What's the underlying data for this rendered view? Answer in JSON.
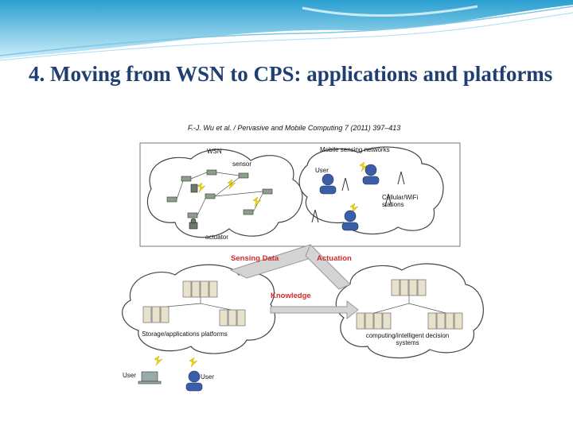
{
  "slide": {
    "title": "4. Moving from WSN to CPS: applications and platforms",
    "citation": "F.-J. Wu et al. / Pervasive and Mobile Computing 7 (2011) 397–413"
  },
  "figure": {
    "wsn_label": "WSN",
    "sensor_label": "sensor",
    "actuator_label": "actuator",
    "mobile_label": "Mobile sensing networks",
    "user_label_top": "User",
    "stations_label": "Cellular/WiFi stations",
    "sensing_data_label": "Sensing Data",
    "actuation_label": "Actuation",
    "knowledge_label": "Knowledge",
    "storage_label": "Storage/applications platforms",
    "computing_label": "computing/intelligent decision systems",
    "user_label_laptop": "User",
    "user_label_bottom": "User"
  },
  "colors": {
    "title": "#1f3f73",
    "arrow_label": "#d42a2a",
    "wave": "#5bb8dd"
  }
}
